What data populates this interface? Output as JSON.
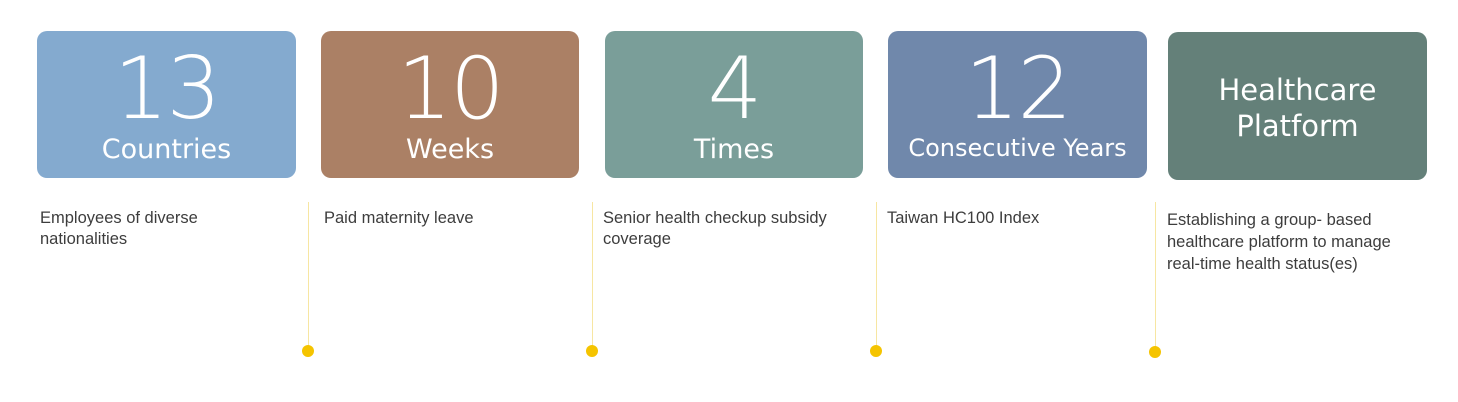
{
  "cards": [
    {
      "number": "13",
      "unit": "Countries",
      "color": "#84aacf",
      "description": "Employees of diverse nationalities"
    },
    {
      "number": "10",
      "unit": "Weeks",
      "color": "#ab8065",
      "description": "Paid maternity leave"
    },
    {
      "number": "4",
      "unit": "Times",
      "color": "#7a9e99",
      "description": "Senior health checkup subsidy coverage"
    },
    {
      "number": "12",
      "unit": "Consecutive Years",
      "color": "#7088ab",
      "description": "Taiwan HC100 Index"
    },
    {
      "label_line1": "Healthcare",
      "label_line2": "Platform",
      "color": "#648079",
      "description": "Establishing a group- based healthcare platform to manage real-time health status(es)"
    }
  ],
  "colors": {
    "timeline_dot": "#f5c400",
    "timeline_line": "#f7e6a2",
    "text": "#3d3d3d"
  }
}
